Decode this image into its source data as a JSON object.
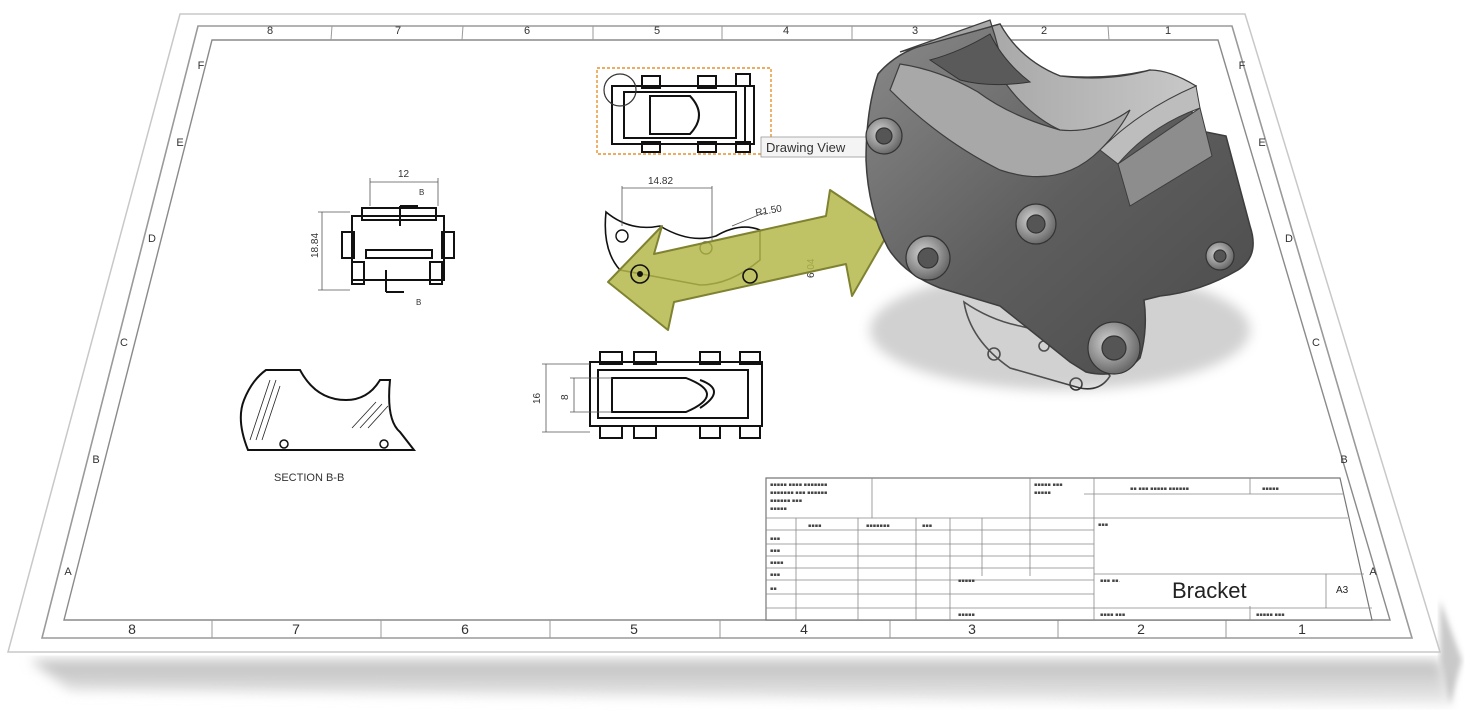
{
  "sheet": {
    "zones_top": [
      "8",
      "7",
      "6",
      "5",
      "4",
      "3",
      "2",
      "1"
    ],
    "zones_bottom": [
      "8",
      "7",
      "6",
      "5",
      "4",
      "3",
      "2",
      "1"
    ],
    "rows_left": [
      "F",
      "E",
      "D",
      "C",
      "B",
      "A"
    ],
    "rows_right": [
      "F",
      "E",
      "D",
      "C",
      "B",
      "A"
    ]
  },
  "views": {
    "tooltip": "Drawing View",
    "section_label": "SECTION B-B",
    "dim_12": "12",
    "dim_18_84": "18.84",
    "dim_14_82": "14.82",
    "dim_r1_50": "R1.50",
    "dim_6_04": "6.04",
    "dim_16": "16",
    "dim_8": "8",
    "section_b_top": "B",
    "section_b_bottom": "B"
  },
  "title_block": {
    "part_name": "Bracket",
    "sheet_size": "A3"
  },
  "colors": {
    "arrow_fill": "#b5b84a",
    "arrow_stroke": "#7f8230",
    "selection": "#e8912b",
    "part_body": "#6e6e6e"
  }
}
